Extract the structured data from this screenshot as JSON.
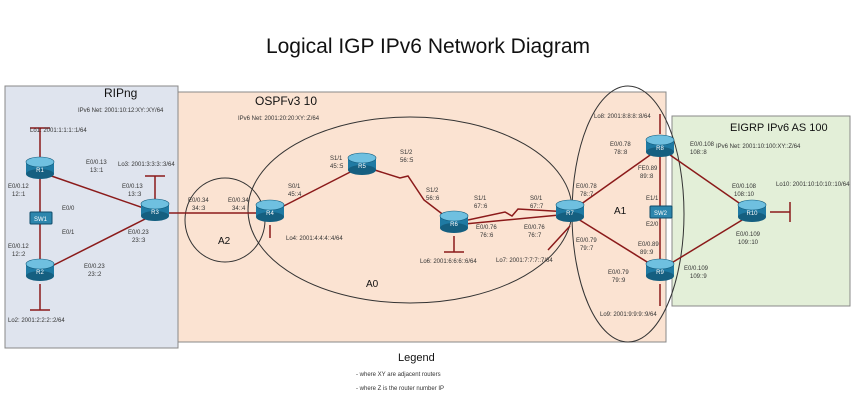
{
  "title": "Logical IGP IPv6 Network Diagram",
  "areas": {
    "ripng": {
      "label": "RIPng",
      "net": "IPv6 Net: 2001:10:12:XY::XY/64",
      "color": "#dfe4ee"
    },
    "ospf": {
      "label": "OSPFv3 10",
      "net": "IPv6 Net: 2001:20:20:XY::Z/64",
      "color": "#fbe3d2"
    },
    "eigrp": {
      "label": "EIGRP IPv6 AS 100",
      "net": "IPv6 Net: 2001:10:100:XY::Z/64",
      "color": "#e3efd8"
    }
  },
  "zones": {
    "a2": "A2",
    "a0": "A0",
    "a1": "A1"
  },
  "routers": [
    {
      "id": "R1",
      "label": "R1"
    },
    {
      "id": "R2",
      "label": "R2"
    },
    {
      "id": "R3",
      "label": "R3"
    },
    {
      "id": "R4",
      "label": "R4"
    },
    {
      "id": "R5",
      "label": "R5"
    },
    {
      "id": "R6",
      "label": "R6"
    },
    {
      "id": "R7",
      "label": "R7"
    },
    {
      "id": "R8",
      "label": "R8"
    },
    {
      "id": "R9",
      "label": "R9"
    },
    {
      "id": "R10",
      "label": "R10"
    }
  ],
  "switches": [
    {
      "id": "SW1",
      "label": "SW1"
    },
    {
      "id": "SW2",
      "label": "SW2"
    }
  ],
  "loopbacks": {
    "r1": "Lo1: 2001:1:1:1::1/64",
    "r2": "Lo2: 2001:2:2:2::2/64",
    "r3": "Lo3: 2001:3:3:3::3/64",
    "r4": "Lo4: 2001:4:4:4::4/64",
    "r6": "Lo6: 2001:6:6:6::6/64",
    "r7": "Lo7: 2001:7:7:7::7/64",
    "r8": "Lo8: 2001:8:8:8::8/64",
    "r9": "Lo9: 2001:9:9:9::9/64",
    "r10": "Lo10: 2001:10:10:10::10/64"
  },
  "interfaces": {
    "r1_e013": "E0/0.13",
    "r1_addr13": "13::1",
    "r1_e012": "E0/0.12",
    "r1_addr12": "12::1",
    "r2_e012": "E0/0.12",
    "r2_addr12": "12::2",
    "r2_e023": "E0/0.23",
    "r2_addr23": "23::2",
    "sw1_e00": "E0/0",
    "sw1_e01": "E0/1",
    "r3_e013": "E0/0.13",
    "r3_addr13": "13::3",
    "r3_e023": "E0/0.23",
    "r3_addr23": "23::3",
    "r3_e034": "E0/0.34",
    "r3_addr34": "34::3",
    "r4_e034": "E0/0.34",
    "r4_addr34": "34::4",
    "r4_s01": "S0/1",
    "r4_addr45": "45::4",
    "r5_s01": "S1/1",
    "r5_addr45": "45::5",
    "r5_s12": "S1/2",
    "r5_addr56": "56::5",
    "r6_s12": "S1/2",
    "r6_addr56": "56::6",
    "r6_s11": "S1/1",
    "r6_addr67": "67::6",
    "r6_e076": "E0/0.76",
    "r6_addr76": "76::6",
    "r7_s01": "S0/1",
    "r7_addr67": "67::7",
    "r7_e076": "E0/0.76",
    "r7_addr76": "76::7",
    "r7_e078": "E0/0.78",
    "r7_addr78": "78::7",
    "r7_e079": "E0/0.79",
    "r7_addr79": "79::7",
    "r8_e078": "E0/0.78",
    "r8_addr78": "78::8",
    "r8_fe": "FE0.89",
    "r8_addr89": "89::8",
    "r8_e0108": "E0/0.108",
    "r8_addr108": "108::8",
    "sw2_e11": "E1/1",
    "sw2_e20": "E2/0",
    "r9_e079": "E0/0.79",
    "r9_addr79": "79::9",
    "r9_e089": "E0/0.89",
    "r9_addr89": "89::9",
    "r9_e0109": "E0/0.109",
    "r9_addr109": "109::9",
    "r10_e0108": "E0/0.108",
    "r10_addr108": "108::10",
    "r10_e0109": "E0/0.109",
    "r10_addr109": "109::10"
  },
  "legend": {
    "title": "Legend",
    "line1": "- where XY are adjacent routers",
    "line2": "- where Z is the router number IP"
  },
  "colors": {
    "link": "#8b1a1a",
    "router_body": "#1f7aa3",
    "router_top": "#6fc0e0",
    "router_side": "#155f80",
    "switch_body": "#2d86ad"
  }
}
